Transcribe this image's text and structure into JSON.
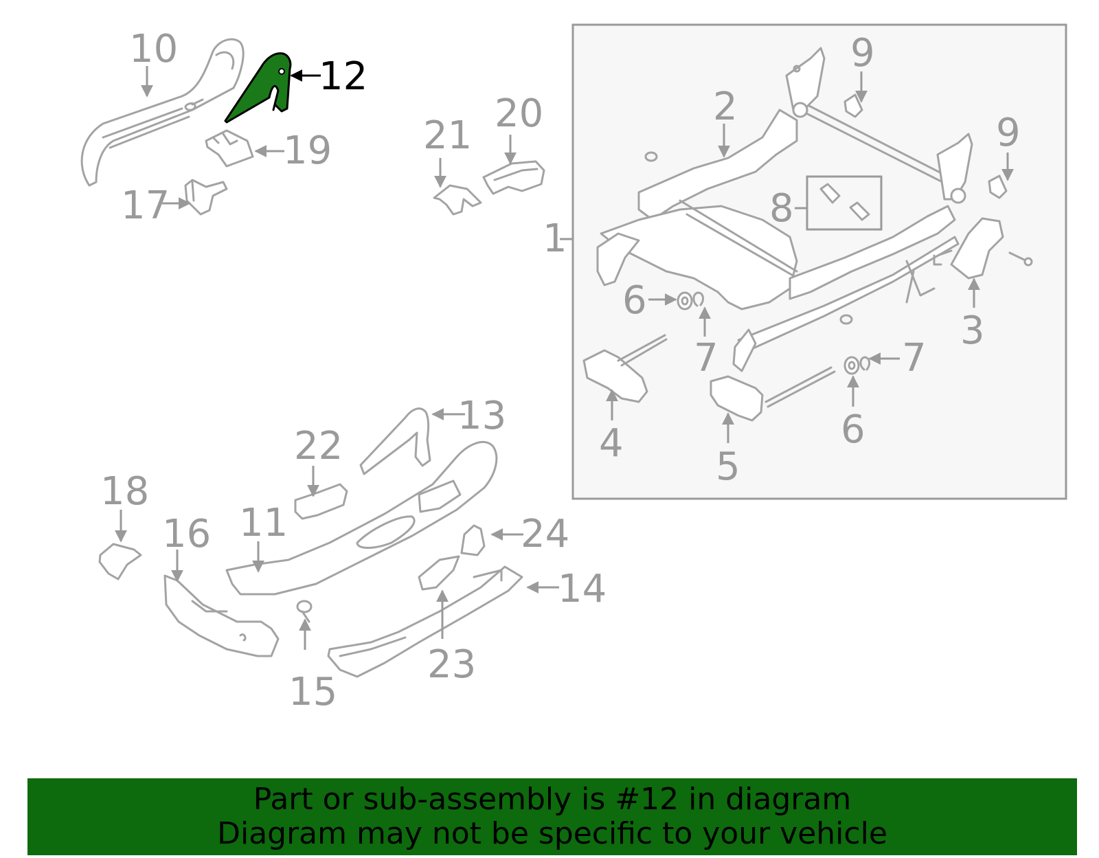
{
  "diagram": {
    "highlight_color": "#1a7a1a",
    "callouts": [
      {
        "id": "c1",
        "label": "1"
      },
      {
        "id": "c2",
        "label": "2"
      },
      {
        "id": "c3",
        "label": "3"
      },
      {
        "id": "c4",
        "label": "4"
      },
      {
        "id": "c5",
        "label": "5"
      },
      {
        "id": "c6a",
        "label": "6"
      },
      {
        "id": "c6b",
        "label": "6"
      },
      {
        "id": "c7a",
        "label": "7"
      },
      {
        "id": "c7b",
        "label": "7"
      },
      {
        "id": "c8",
        "label": "8"
      },
      {
        "id": "c9a",
        "label": "9"
      },
      {
        "id": "c9b",
        "label": "9"
      },
      {
        "id": "c10",
        "label": "10"
      },
      {
        "id": "c11",
        "label": "11"
      },
      {
        "id": "c12",
        "label": "12"
      },
      {
        "id": "c13",
        "label": "13"
      },
      {
        "id": "c14",
        "label": "14"
      },
      {
        "id": "c15",
        "label": "15"
      },
      {
        "id": "c16",
        "label": "16"
      },
      {
        "id": "c17",
        "label": "17"
      },
      {
        "id": "c18",
        "label": "18"
      },
      {
        "id": "c19",
        "label": "19"
      },
      {
        "id": "c20",
        "label": "20"
      },
      {
        "id": "c21",
        "label": "21"
      },
      {
        "id": "c22",
        "label": "22"
      },
      {
        "id": "c23",
        "label": "23"
      },
      {
        "id": "c24",
        "label": "24"
      }
    ]
  },
  "banner": {
    "line1": "Part or sub-assembly is #12 in diagram",
    "line2": "Diagram may not be specific to your vehicle",
    "background": "#0d6a0d"
  }
}
